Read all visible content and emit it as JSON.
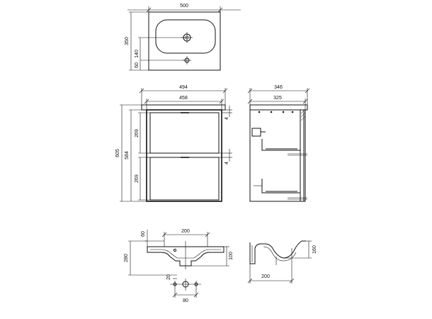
{
  "top_view": {
    "width": "500",
    "depth": "350",
    "drain_offset": "140",
    "tap_offset": "60"
  },
  "front_view": {
    "outer_width": "494",
    "inner_width": "458",
    "total_height": "605",
    "cabinet_height": "584",
    "upper_drawer_height": "269",
    "lower_drawer_height": "269",
    "gap_top": "4",
    "gap_middle": "4"
  },
  "side_view": {
    "outer_depth": "346",
    "inner_depth": "325"
  },
  "basin_section": {
    "drain_span": "200",
    "rim_offset": "60",
    "overall_height": "280",
    "bowl_depth": "100",
    "hole_offset": "20",
    "hole_spacing": "80"
  },
  "basin_profile": {
    "depth": "200",
    "height": "160"
  }
}
